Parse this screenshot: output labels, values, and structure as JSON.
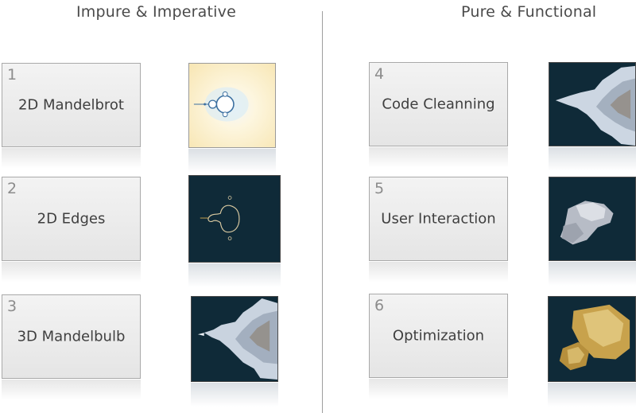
{
  "left_column": {
    "title": "Impure & Imperative",
    "cards": [
      {
        "num": "1",
        "label": "2D Mandelbrot"
      },
      {
        "num": "2",
        "label": "2D Edges"
      },
      {
        "num": "3",
        "label": "3D Mandelbulb"
      }
    ]
  },
  "right_column": {
    "title": "Pure & Functional",
    "cards": [
      {
        "num": "4",
        "label": "Code Cleanning"
      },
      {
        "num": "5",
        "label": "User Interaction"
      },
      {
        "num": "6",
        "label": "Optimization"
      }
    ]
  },
  "colors": {
    "thumb_dark": "#0f2a38",
    "mandelbrot_bg": "#fdf3d4",
    "gold": "#c8a24c",
    "fractal_light": "#dfe6ef"
  }
}
